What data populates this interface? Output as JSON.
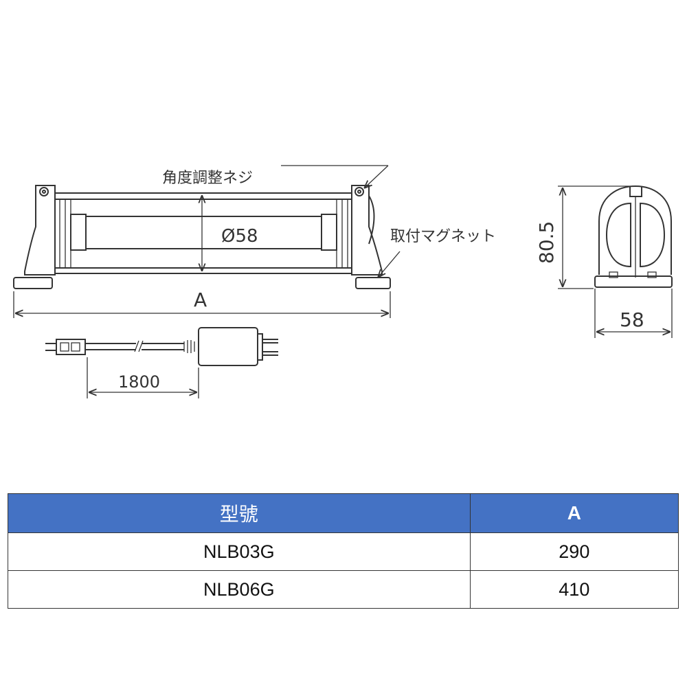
{
  "drawing": {
    "label_angle_screw": "角度調整ネジ",
    "label_magnet": "取付マグネット",
    "dim_diameter": "Ø58",
    "dim_length": "A",
    "dim_cord": "1800",
    "dim_height": "80.5",
    "dim_width": "58"
  },
  "table": {
    "headers": [
      "型號",
      "A"
    ],
    "rows": [
      [
        "NLB03G",
        "290"
      ],
      [
        "NLB06G",
        "410"
      ]
    ]
  },
  "colors": {
    "header_bg": "#4472c4",
    "header_text": "#ffffff",
    "line": "#333333"
  }
}
